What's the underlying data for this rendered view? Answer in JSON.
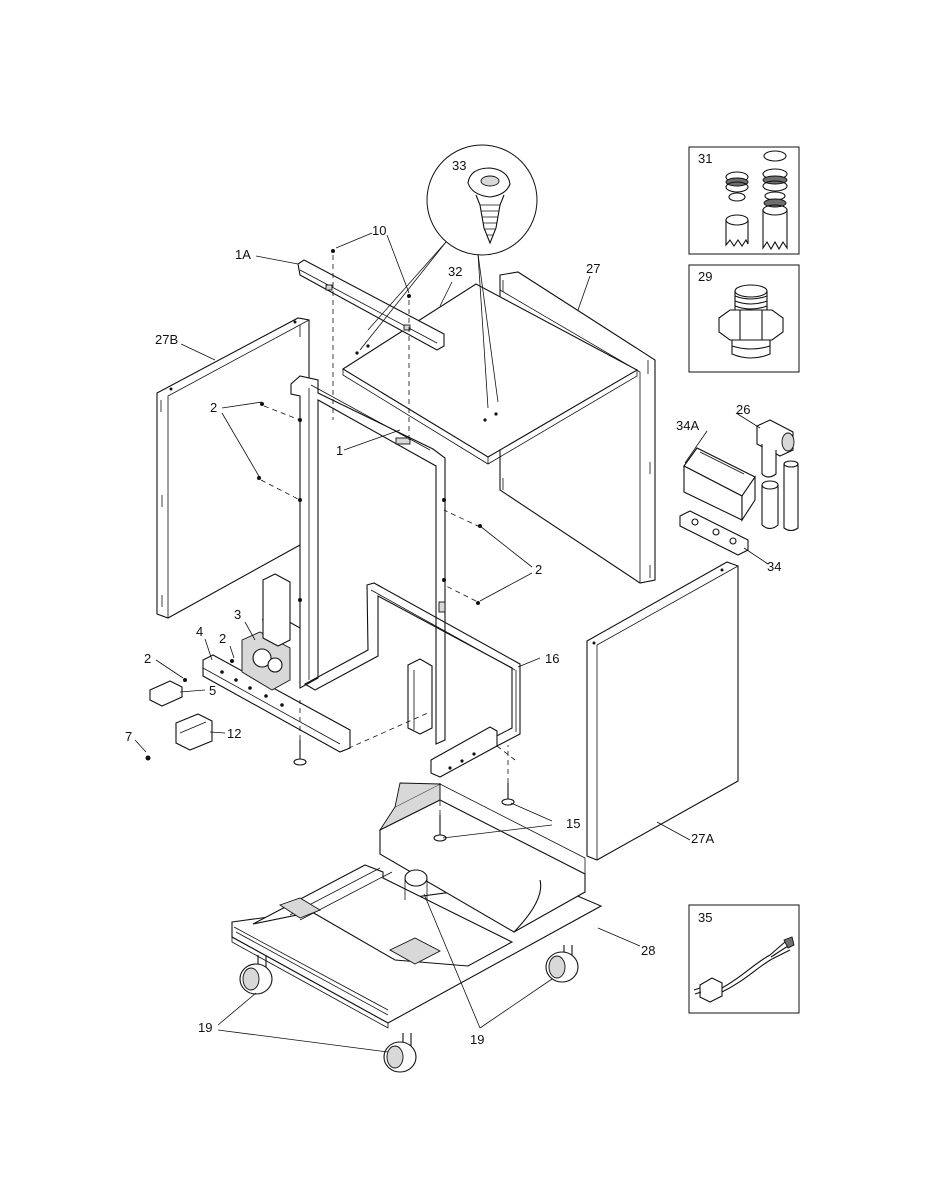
{
  "diagram": {
    "part_labels": {
      "p1": "1",
      "p1A": "1A",
      "p2a": "2",
      "p2b": "2",
      "p2c": "2",
      "p2d": "2",
      "p3": "3",
      "p4": "4",
      "p5": "5",
      "p7": "7",
      "p10": "10",
      "p12": "12",
      "p15": "15",
      "p16": "16",
      "p19a": "19",
      "p19b": "19",
      "p26": "26",
      "p27": "27",
      "p27A": "27A",
      "p27B": "27B",
      "p28": "28",
      "p29": "29",
      "p31": "31",
      "p32": "32",
      "p33": "33",
      "p34": "34",
      "p34A": "34A",
      "p35": "35"
    }
  }
}
